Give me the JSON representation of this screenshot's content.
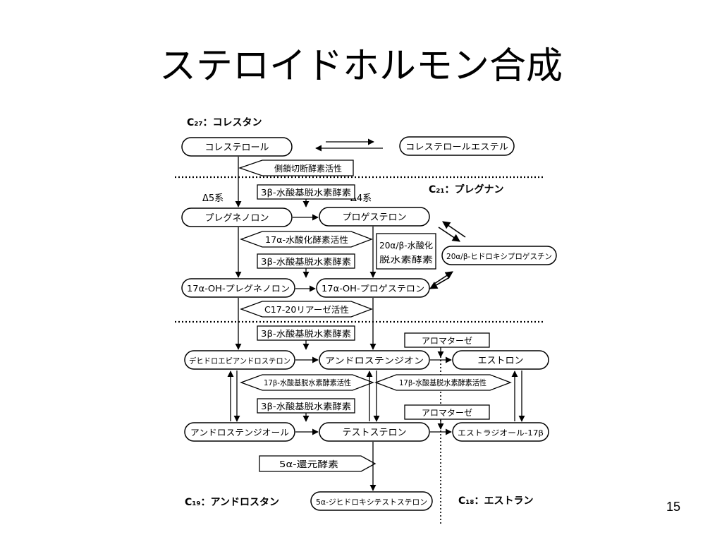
{
  "title": "ステロイドホルモン合成",
  "page_number": "15",
  "classes": {
    "c27": "C₂₇：コレスタン",
    "c21": "C₂₁：プレグナン",
    "c19": "C₁₉：アンドロスタン",
    "c18": "C₁₈：エストラン"
  },
  "series_labels": {
    "d5": "Δ5系",
    "d4": "Δ4系"
  },
  "compounds": {
    "cholesterol": "コレステロール",
    "cholesterol_ester": "コレステロールエステル",
    "pregnenolone": "プレグネノロン",
    "progesterone": "プロゲステロン",
    "oh_progesterone_20": "20α/β-ヒドロキシプロゲスチン",
    "oh17_pregnenolone": "17α-OH-プレグネノロン",
    "oh17_progesterone": "17α-OH-プロゲステロン",
    "dhea": "デヒドロエピアンドロステロン",
    "androstenedione": "アンドロステンジオン",
    "estrone": "エストロン",
    "androstenediol": "アンドロステンジオール",
    "testosterone": "テストステロン",
    "estradiol": "エストラジオール-17β",
    "dht": "5α-ジヒドロキシテストステロン"
  },
  "enzymes": {
    "side_chain": "側鎖切断酵素活性",
    "hsd3b_1": "3β-水酸基脱水素酵素",
    "hydroxylase17": "17α-水酸化酵素活性",
    "hsd20_line1": "20α/β-水酸化",
    "hsd20_line2": "脱水素酵素",
    "hsd3b_2": "3β-水酸基脱水素酵素",
    "lyase": "C17-20リアーゼ活性",
    "hsd3b_3": "3β-水酸基脱水素酵素",
    "aromatase_1": "アロマターゼ",
    "hsd17b_1": "17β-水酸基脱水素酵素活性",
    "hsd17b_2": "17β-水酸基脱水素酵素活性",
    "hsd3b_4": "3β-水酸基脱水素酵素",
    "aromatase_2": "アロマターゼ",
    "reductase5a": "5α-還元酵素"
  }
}
